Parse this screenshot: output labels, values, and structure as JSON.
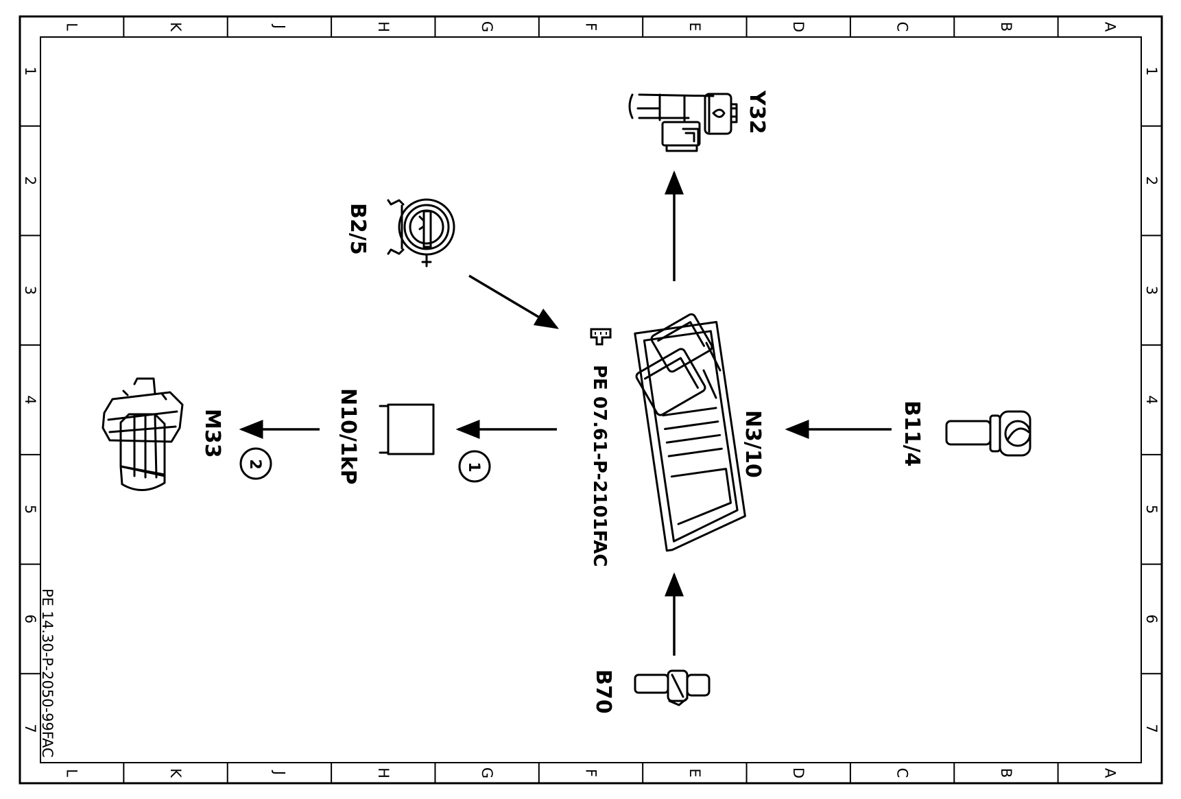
{
  "frame": {
    "columns": [
      "L",
      "K",
      "J",
      "H",
      "G",
      "F",
      "E",
      "D",
      "C",
      "B",
      "A"
    ],
    "rows": [
      "1",
      "2",
      "3",
      "4",
      "5",
      "6",
      "7"
    ]
  },
  "document_id": "PE 14.30-P-2050-99FAC",
  "reference": {
    "icon": "pointing-hand-icon",
    "text": "PE 07.61-P-2101FAC"
  },
  "components": {
    "y32": "Y32",
    "b2_5": "B2/5",
    "n3_10": "N3/10",
    "b11_4": "B11/4",
    "b70": "B70",
    "n10_1kp": "N10/1kP",
    "m33": "M33"
  },
  "callouts": {
    "one": "1",
    "two": "2"
  }
}
